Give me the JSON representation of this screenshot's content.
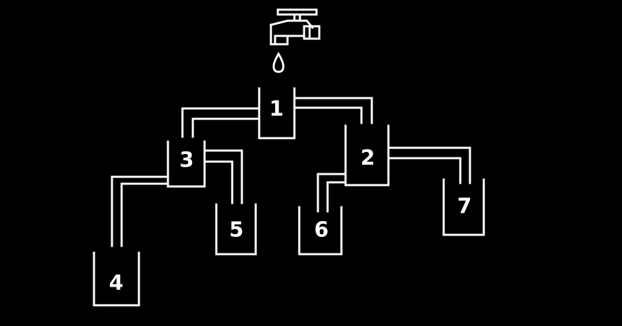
{
  "diagram": {
    "faucet": {
      "icon": "water-faucet-icon",
      "drop_icon": "water-drop-icon"
    },
    "containers": [
      {
        "id": "1",
        "label": "1"
      },
      {
        "id": "2",
        "label": "2"
      },
      {
        "id": "3",
        "label": "3"
      },
      {
        "id": "4",
        "label": "4"
      },
      {
        "id": "5",
        "label": "5"
      },
      {
        "id": "6",
        "label": "6"
      },
      {
        "id": "7",
        "label": "7"
      }
    ],
    "colors": {
      "background": "#000000",
      "line": "#ffffff"
    }
  }
}
